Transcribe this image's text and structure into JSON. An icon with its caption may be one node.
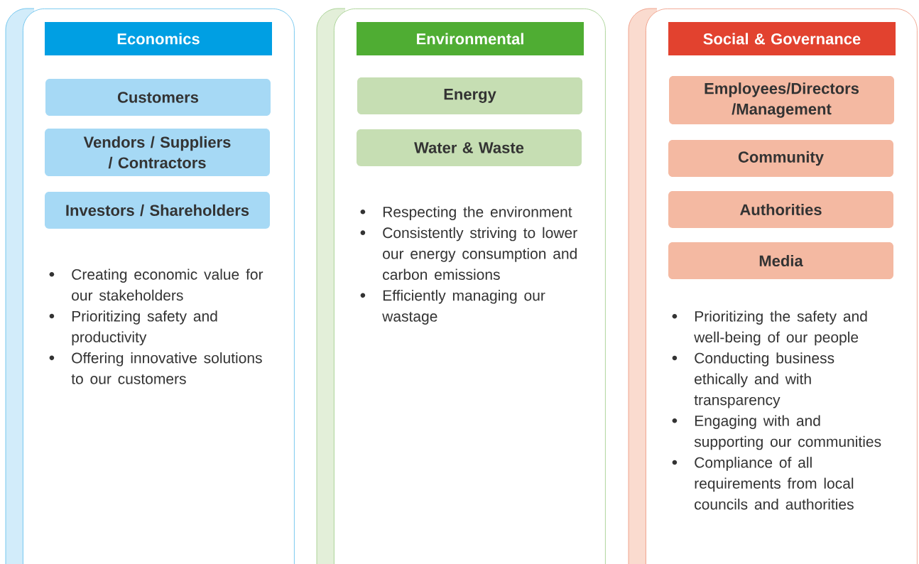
{
  "diagram": {
    "nodes": [
      {
        "text": [
          "Creating economic value for our stakeholders",
          "Prioritizing safety and productivity",
          "Offering innovative solutions to our customers"
        ]
      },
      {
        "text": [
          "Economics"
        ],
        "in": 0
      },
      {
        "text": [
          "Customers"
        ],
        "in": 0
      },
      {
        "text": [
          "Vendors / Suppliers / Contractors"
        ],
        "in": 0
      },
      {
        "text": [
          "Investors / Shareholders"
        ],
        "in": 0
      },
      {
        "text": [
          "Respecting the environment",
          "Consistently striving to lower our energy consumption and carbon emissions",
          "Efficiently managing our wastage"
        ]
      },
      {
        "text": [
          "Environmental"
        ],
        "in": 5
      },
      {
        "text": [
          "Energy"
        ],
        "in": 5
      },
      {
        "text": [
          "Water & Waste"
        ],
        "in": 5
      },
      {
        "text": [
          "Prioritizing the safety and well-being of our people",
          "Conducting business ethically and with transparency",
          "Engaging with and supporting our communities",
          "Compliance of all requirements from local councils and authorities"
        ]
      },
      {
        "text": [
          "Social & Governance"
        ],
        "in": 9
      },
      {
        "text": [
          "Employees/Directors /Management"
        ],
        "in": 9
      },
      {
        "text": [
          "Community"
        ],
        "in": 9
      },
      {
        "text": [
          "Authorities"
        ],
        "in": 9
      },
      {
        "text": [
          "Media"
        ],
        "in": 9
      }
    ]
  }
}
